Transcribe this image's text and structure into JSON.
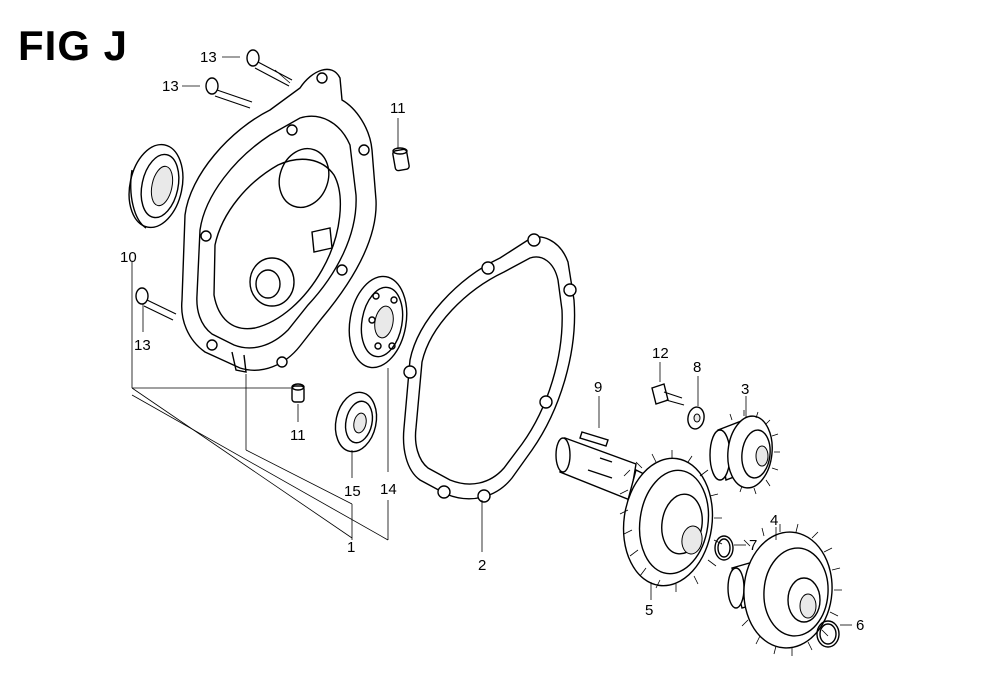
{
  "figure": {
    "title": "FIG J"
  },
  "callouts": {
    "c1": "1",
    "c2": "2",
    "c3": "3",
    "c4": "4",
    "c5": "5",
    "c6": "6",
    "c7": "7",
    "c8": "8",
    "c9": "9",
    "c10": "10",
    "c11a": "11",
    "c11b": "11",
    "c12": "12",
    "c13a": "13",
    "c13b": "13",
    "c13c": "13",
    "c14": "14",
    "c15": "15"
  }
}
